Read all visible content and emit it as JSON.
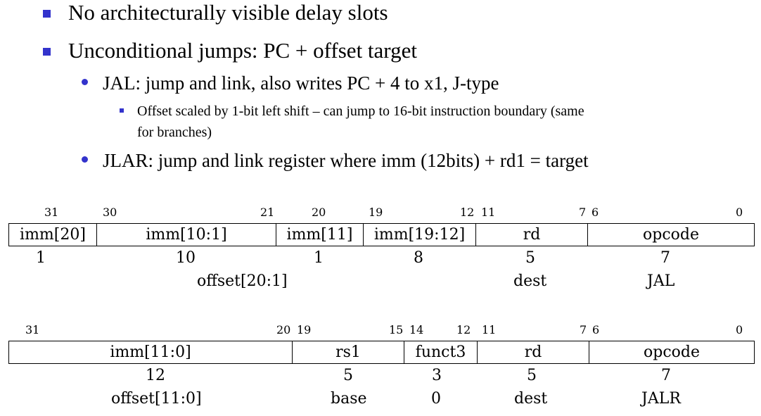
{
  "bullets": {
    "b1": "No architecturally visible delay slots",
    "b2": "Unconditional jumps: PC + offset target",
    "b2a": "JAL: jump and link, also writes PC + 4 to x1, J-type",
    "b2a1_line1": "Offset scaled by 1-bit left shift – can jump to 16-bit instruction boundary (same",
    "b2a1_line2": "for branches)",
    "b2b": "JLAR: jump and link register where imm (12bits) + rd1 = target"
  },
  "jal": {
    "bits": [
      "31",
      "30",
      "21",
      "20",
      "19",
      "12",
      "11",
      "7",
      "6",
      "0"
    ],
    "fields": [
      "imm[20]",
      "imm[10:1]",
      "imm[11]",
      "imm[19:12]",
      "rd",
      "opcode"
    ],
    "widths": [
      "1",
      "10",
      "1",
      "8",
      "5",
      "7"
    ],
    "roles": {
      "offset": "offset[20:1]",
      "dest": "dest",
      "op": "JAL"
    }
  },
  "jalr": {
    "bits": [
      "31",
      "20",
      "19",
      "15",
      "14",
      "12",
      "11",
      "7",
      "6",
      "0"
    ],
    "fields": [
      "imm[11:0]",
      "rs1",
      "funct3",
      "rd",
      "opcode"
    ],
    "widths": [
      "12",
      "5",
      "3",
      "5",
      "7"
    ],
    "roles": {
      "offset": "offset[11:0]",
      "base": "base",
      "funct": "0",
      "dest": "dest",
      "op": "JALR"
    }
  },
  "colors": {
    "bullet": "#3333cc",
    "text": "#000000"
  }
}
